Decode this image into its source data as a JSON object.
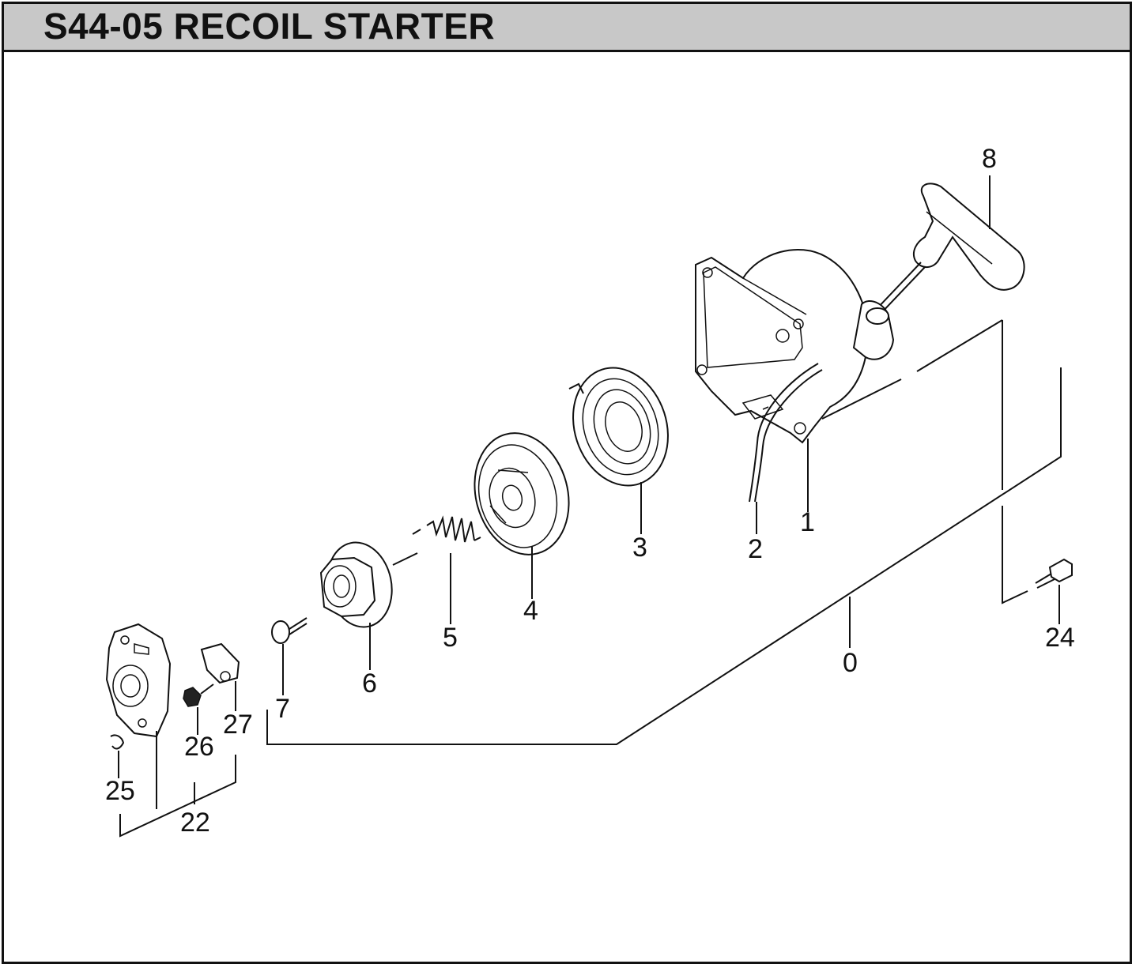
{
  "header": {
    "title": "S44-05 RECOIL STARTER"
  },
  "callouts": [
    "8",
    "1",
    "2",
    "3",
    "4",
    "5",
    "6",
    "7",
    "0",
    "24",
    "27",
    "26",
    "25",
    "22"
  ],
  "colors": {
    "header_bg": "#c8c8c8",
    "line": "#111111",
    "background": "#ffffff"
  }
}
